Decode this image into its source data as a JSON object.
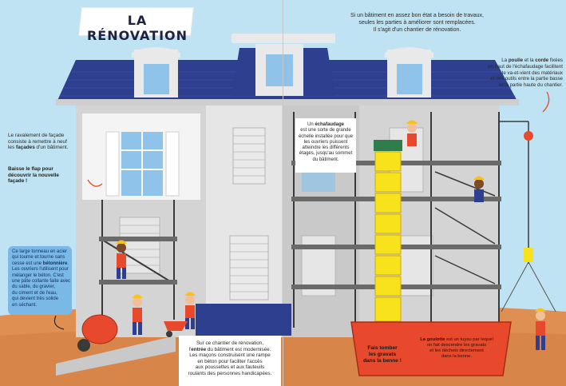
{
  "title": "LA RÉNOVATION",
  "intro": {
    "line1": "Si un bâtiment en assez bon état a besoin de travaux,",
    "line2": "seules les parties à améliorer sont remplacées.",
    "line3": "Il s'agit d'un chantier de rénovation."
  },
  "facade_note": {
    "line1": "Le ravalement de façade",
    "line2": "consiste à remettre à neuf",
    "line3_pre": "les ",
    "line3_bold": "façades",
    "line3_post": " d'un bâtiment."
  },
  "flap_note": {
    "line1": "Baisse le flap pour",
    "line2": "découvrir la nouvelle",
    "line3": "façade !"
  },
  "mixer_note": {
    "l1": "Ce large tonneau en acier",
    "l2": "qui tourne et tourne sans",
    "l3_pre": "cesse est une ",
    "l3_bold": "bétonnière",
    "l3_post": ".",
    "l4": "Les ouvriers l'utilisent pour",
    "l5": "mélanger le béton. C'est",
    "l6": "une pâte collante faite avec",
    "l7": "du sable, du gravier,",
    "l8": "du ciment et de l'eau,",
    "l9": "qui devient très solide",
    "l10": "en séchant."
  },
  "entrance_note": {
    "l1": "Sur ce chantier de rénovation,",
    "l2_pre": "l'",
    "l2_bold": "entrée",
    "l2_post": " du bâtiment est modernisée.",
    "l3": "Les maçons construisent une rampe",
    "l4": "en béton pour faciliter l'accès",
    "l5": "aux poussettes et aux fauteuils",
    "l6": "roulants des personnes handicapées."
  },
  "scaffold_note": {
    "l1_pre": "Un ",
    "l1_bold": "échafaudage",
    "l2": "est une sorte de grande",
    "l3": "échelle installée pour que",
    "l4": "les ouvriers puissent",
    "l5": "atteindre les différents",
    "l6": "étages, jusqu'au sommet",
    "l7": "du bâtiment."
  },
  "pulley_note": {
    "l1_pre": "La ",
    "l1_b1": "poulie",
    "l1_mid": " et la ",
    "l1_b2": "corde",
    "l1_post": " fixées",
    "l2": "en haut de l'échafaudage facilitent",
    "l3": "le va-et-vient des matériaux",
    "l4": "et des outils entre la partie basse",
    "l5": "et la partie haute du chantier."
  },
  "bin_note": {
    "l1": "Fais tomber",
    "l2": "les gravats",
    "l3": "dans la benne !"
  },
  "bin_desc": {
    "l1_bold": "La goulotte",
    "l1_post": " est un tuyau par lequel",
    "l2": "on fait descendre les gravats",
    "l3": "et les déchets directement",
    "l4": "dans la benne."
  },
  "colors": {
    "sky": "#bfe3f2",
    "roof": "#2e3f8f",
    "facade": "#d9d9d9",
    "ground": "#e08f52",
    "yellow": "#f7e21b",
    "red": "#e8492c",
    "blue_bubble": "#7ab8e8"
  }
}
